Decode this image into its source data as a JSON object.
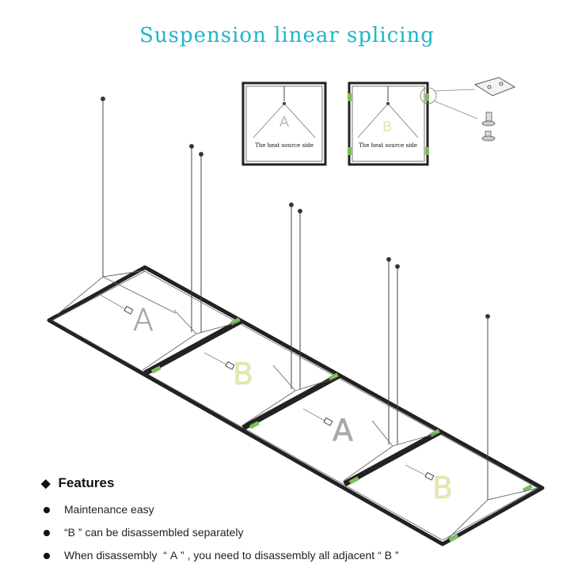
{
  "title": "Suspension linear splicing",
  "inset": {
    "panel_a_letter": "A",
    "panel_a_caption": "The heat source side",
    "panel_b_letter": "B",
    "panel_b_caption": "The heat source side"
  },
  "main_letters": [
    "A",
    "B",
    "A",
    "B"
  ],
  "features": {
    "heading": "Features",
    "items": [
      "Maintenance easy",
      "“B ” can be disassembled separately",
      "When disassembly  “ A ” , you need to disassembly all adjacent “ B ”"
    ]
  },
  "colors": {
    "title": "#1fb5c9",
    "connector_green": "#7cbf5c",
    "frame": "#222222"
  }
}
